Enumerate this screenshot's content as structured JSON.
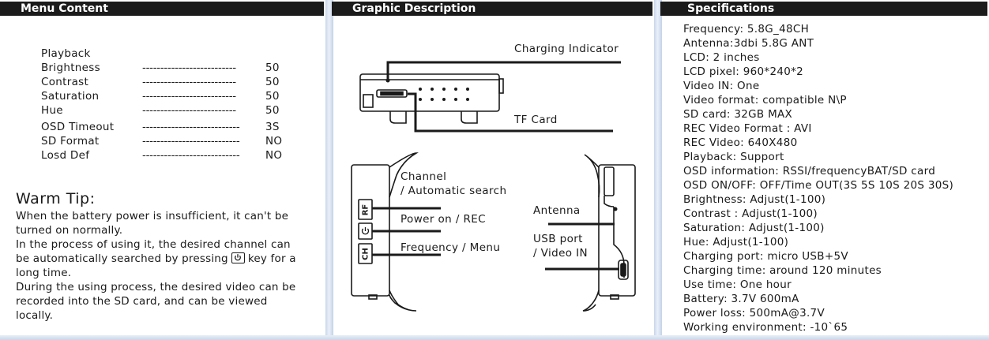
{
  "headers": {
    "menu": "Menu Content",
    "graphic": "Graphic Description",
    "specs": "Specifications"
  },
  "menu": {
    "playback": "Playback",
    "items": [
      {
        "label": "Brightness",
        "dashes": "--------------------------",
        "value": "50"
      },
      {
        "label": "Contrast",
        "dashes": "--------------------------",
        "value": "50"
      },
      {
        "label": "Saturation",
        "dashes": "--------------------------",
        "value": "50"
      },
      {
        "label": "Hue",
        "dashes": "--------------------------",
        "value": "50"
      },
      {
        "label": "OSD Timeout",
        "dashes": "---------------------------",
        "value": "3S"
      },
      {
        "label": "SD Format",
        "dashes": "---------------------------",
        "value": "NO"
      },
      {
        "label": "Losd Def",
        "dashes": "---------------------------",
        "value": "NO"
      }
    ]
  },
  "warm_tip": {
    "title": "Warm Tip:",
    "line1": "When the battery power is insufficient, it can't be",
    "line2": "turned on normally.",
    "line3": "In the process of using it, the desired channel can",
    "line4a": "be automatically searched by pressing",
    "line4b": "key for a",
    "line5": "long time.",
    "line6": "During the using process, the desired video can be",
    "line7": "recorded into the SD card, and can be viewed",
    "line8": "locally."
  },
  "graphic": {
    "charging_indicator": "Charging Indicator",
    "tf_card": "TF Card",
    "channel": "Channel",
    "auto_search": "/ Automatic search",
    "power": "Power on / REC",
    "frequency": "Frequency / Menu",
    "antenna": "Antenna",
    "usb_port": "USB port",
    "video_in": "/ Video IN",
    "btn_rf": "RF",
    "btn_ch": "CH"
  },
  "specs": [
    "Frequency: 5.8G_48CH",
    "Antenna:3dbi 5.8G ANT",
    "LCD: 2 inches",
    "LCD pixel: 960*240*2",
    "Video IN: One",
    "Video format: compatible N\\P",
    "SD card: 32GB MAX",
    "REC Video Format : AVI",
    "REC Video: 640X480",
    "Playback: Support",
    "OSD information: RSSI/frequencyBAT/SD card",
    "OSD ON/OFF: OFF/Time OUT(3S 5S 10S 20S 30S)",
    "Brightness: Adjust(1-100)",
    "Contrast : Adjust(1-100)",
    "Saturation: Adjust(1-100)",
    "Hue: Adjust(1-100)",
    "Charging port: micro USB+5V",
    "Charging time: around 120 minutes",
    "Use time: One hour",
    "Battery: 3.7V 600mA",
    "Power loss: 500mA@3.7V",
    "Working environment: -10`65"
  ],
  "colors": {
    "header_bg": "#1b1b1b",
    "separator": "#c8d6ea"
  }
}
